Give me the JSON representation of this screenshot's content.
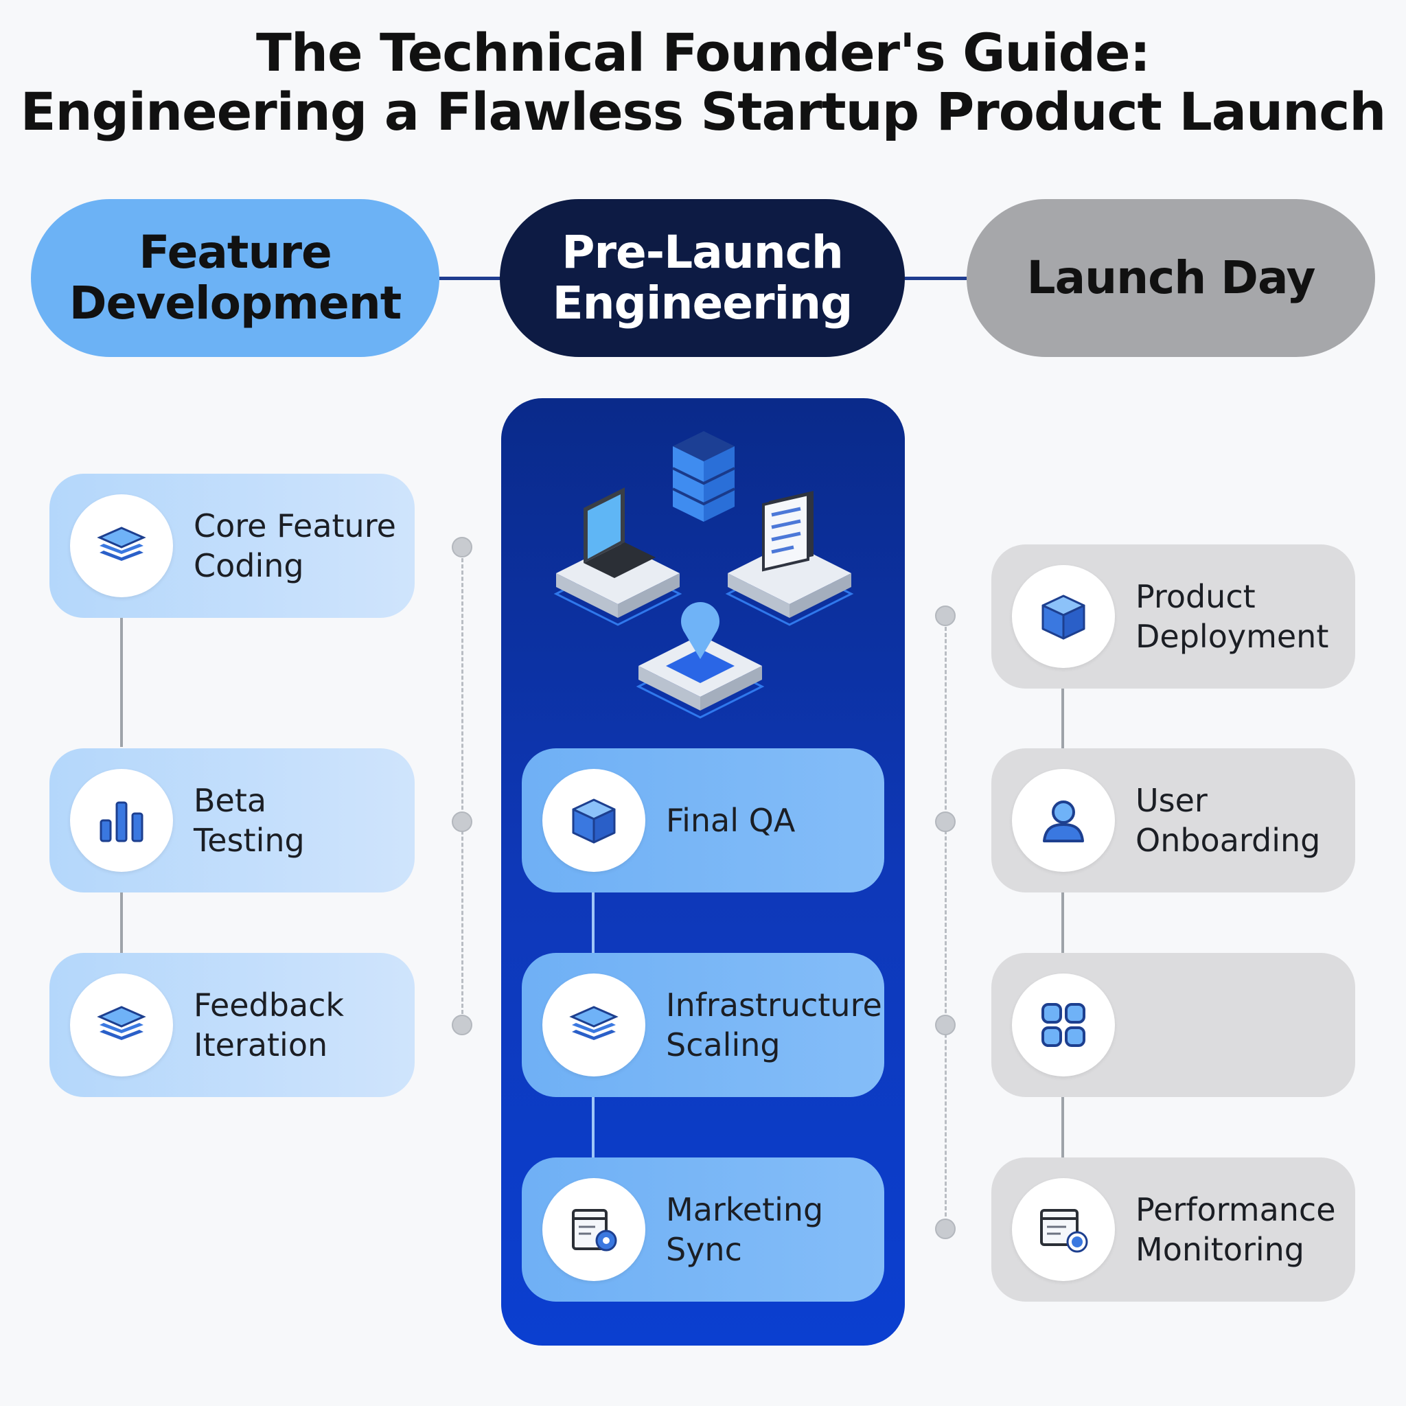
{
  "title": {
    "line1": "The Technical Founder's Guide:",
    "line2": "Engineering a Flawless Startup Product Launch"
  },
  "phases": [
    {
      "line1": "Feature",
      "line2": "Development",
      "color": "#6cb2f5",
      "text_color": "#111111"
    },
    {
      "line1": "Pre-Launch",
      "line2": "Engineering",
      "color": "#0d1b44",
      "text_color": "#ffffff"
    },
    {
      "line1": "Launch Day",
      "line2": "",
      "color": "#a6a7aa",
      "text_color": "#111111"
    }
  ],
  "feature_development": [
    {
      "line1": "Core Feature",
      "line2": "Coding",
      "icon": "layers-icon"
    },
    {
      "line1": "Beta",
      "line2": "Testing",
      "icon": "bar-chart-icon"
    },
    {
      "line1": "Feedback",
      "line2": "Iteration",
      "icon": "layers-icon"
    }
  ],
  "pre_launch": [
    {
      "line1": "Final QA",
      "line2": "",
      "icon": "cube-icon"
    },
    {
      "line1": "Infrastructure",
      "line2": "Scaling",
      "icon": "layers-icon"
    },
    {
      "line1": "Marketing",
      "line2": "Sync",
      "icon": "window-gear-icon"
    }
  ],
  "launch_day": [
    {
      "line1": "Product",
      "line2": "Deployment",
      "icon": "cube-icon"
    },
    {
      "line1": "User",
      "line2": "Onboarding",
      "icon": "user-icon"
    },
    {
      "line1": "",
      "line2": "",
      "icon": "grid-icon"
    },
    {
      "line1": "Performance",
      "line2": "Monitoring",
      "icon": "monitor-gauge-icon"
    }
  ],
  "colors": {
    "accent_dark": "#0d1b44",
    "accent_blue": "#2f6fe0",
    "panel": "#0e38b8"
  }
}
